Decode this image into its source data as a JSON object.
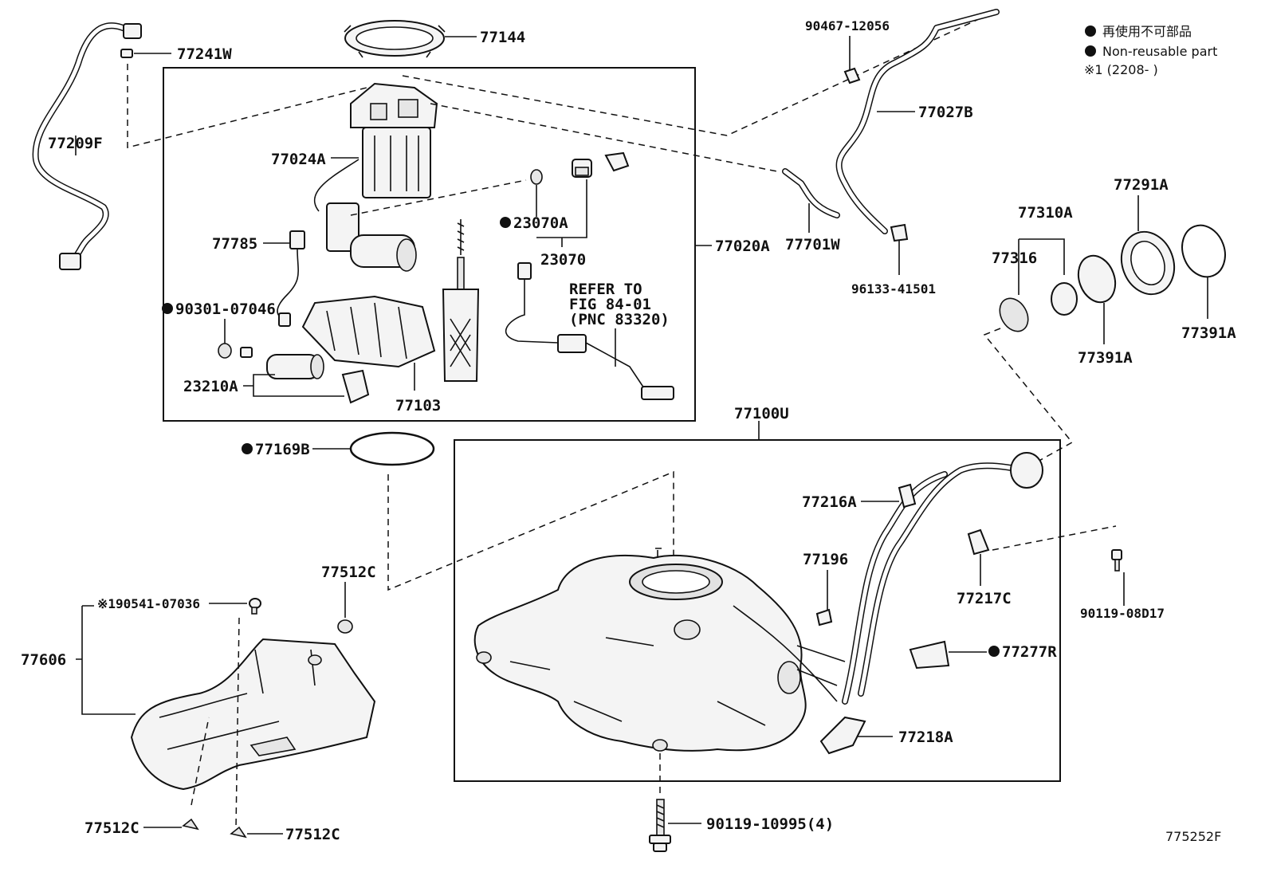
{
  "legend": {
    "line1": "再使用不可部品",
    "line2": "Non-reusable part",
    "line3": "※1 (2208-       )",
    "bullet": "●"
  },
  "callouts": {
    "p77241W": "77241W",
    "p77144": "77144",
    "p77209F": "77209F",
    "p77024A": "77024A",
    "p77785": "77785",
    "p90301_07046": "90301-07046",
    "p23210A": "23210A",
    "p77103": "77103",
    "p23070A": "23070A",
    "p23070": "23070",
    "p77020A": "77020A",
    "refer1": "REFER TO",
    "refer2": "FIG 84-01",
    "refer3": "(PNC 83320)",
    "p90467_12056": "90467-12056",
    "p77027B": "77027B",
    "p77701W": "77701W",
    "p96133_41501": "96133-41501",
    "p77310A": "77310A",
    "p77316": "77316",
    "p77291A": "77291A",
    "p77391A_a": "77391A",
    "p77391A_b": "77391A",
    "p77169B": "77169B",
    "p77100U": "77100U",
    "p77216A": "77216A",
    "p77196": "77196",
    "p77217C": "77217C",
    "p90119_08D17": "90119-08D17",
    "p77277R": "77277R",
    "p77218A": "77218A",
    "p90119_10995": "90119-10995(4)",
    "p77512C_top": "77512C",
    "p190541_07036": "※190541-07036",
    "p77606": "77606",
    "p77512C_left": "77512C",
    "p77512C_right": "77512C",
    "figure_id": "775252F"
  }
}
